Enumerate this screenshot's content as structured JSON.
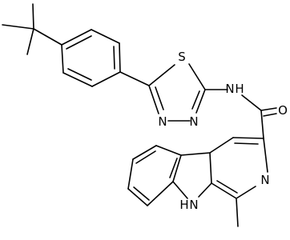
{
  "atoms": {
    "sulfur": "S",
    "thiadiazole_n1": "N",
    "thiadiazole_n2": "N",
    "amide_nh": "N",
    "amide_h": "H",
    "carbonyl_o": "O",
    "pyridine_n": "N",
    "indole_nh": "N",
    "indole_h": "H"
  },
  "colors": {
    "bond": "#000000",
    "label": "#000000",
    "background": "#ffffff"
  }
}
